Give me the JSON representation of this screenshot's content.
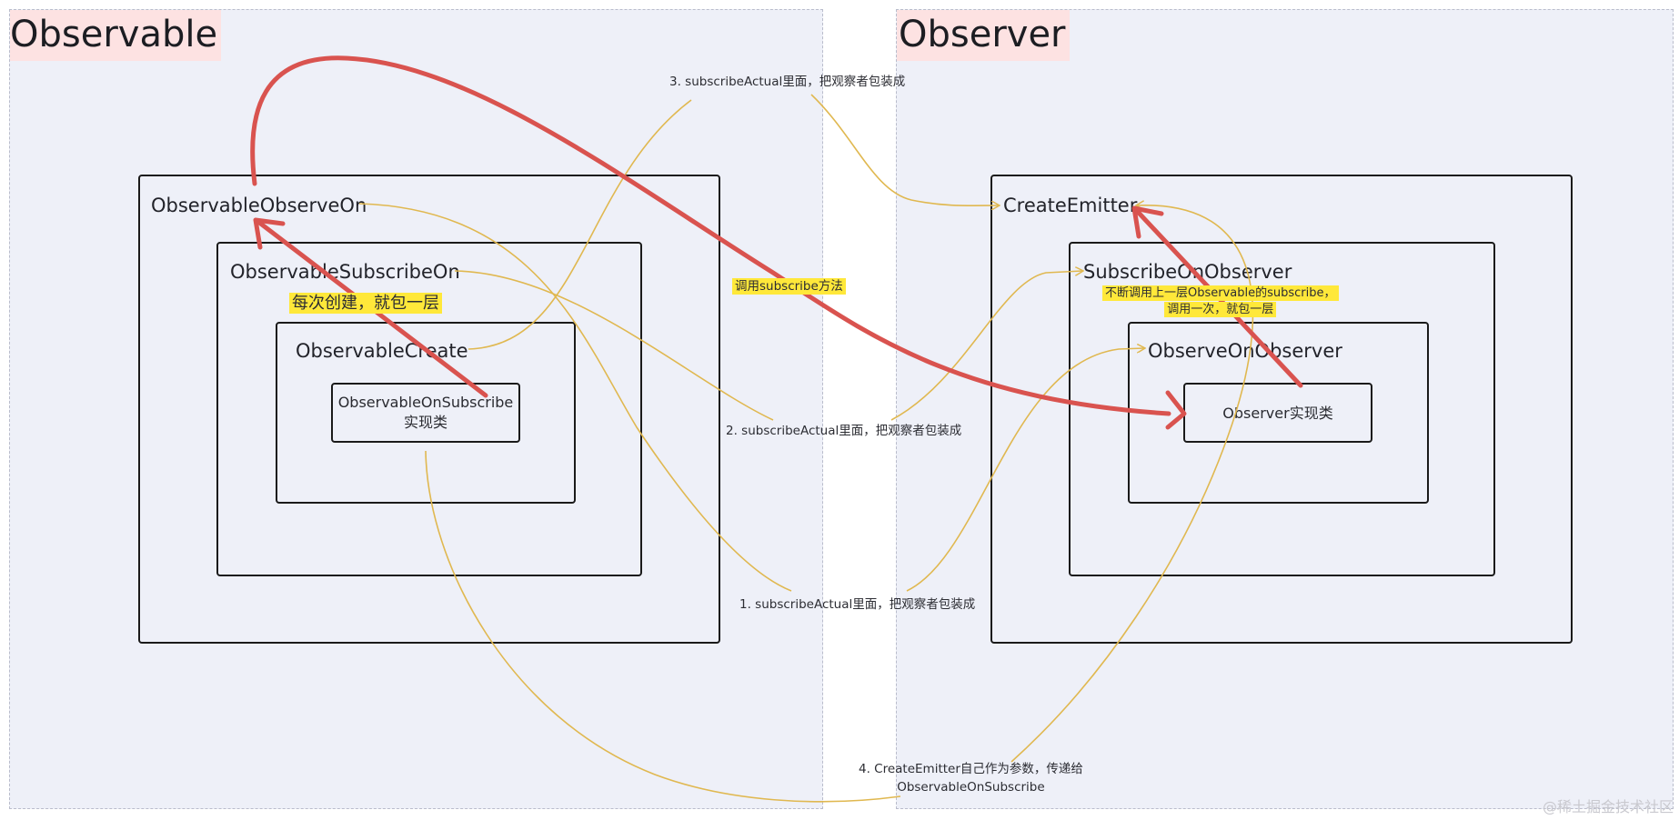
{
  "panels": {
    "observable_title": "Observable",
    "observer_title": "Observer"
  },
  "observable": {
    "observe_on": "ObservableObserveOn",
    "subscribe_on": "ObservableSubscribeOn",
    "create": "ObservableCreate",
    "on_subscribe_line1": "ObservableOnSubscribe",
    "on_subscribe_line2": "实现类",
    "wrap_note": "每次创建，就包一层"
  },
  "observer": {
    "create_emitter": "CreateEmitter",
    "subscribe_on_observer": "SubscribeOnObserver",
    "observe_on_observer": "ObserveOnObserver",
    "impl": "Observer实现类",
    "call_note_line1": "不断调用上一层Observable的subscribe，",
    "call_note_line2": "调用一次，就包一层"
  },
  "notes": {
    "step3": "3. subscribeActual里面，把观察者包装成",
    "call_subscribe": "调用subscribe方法",
    "step2": "2. subscribeActual里面，把观察者包装成",
    "step1": "1. subscribeActual里面，把观察者包装成",
    "step4_line1": "4. CreateEmitter自己作为参数，传递给",
    "step4_line2": "ObservableOnSubscribe"
  },
  "watermark": "@稀土掘金技术社区",
  "colors": {
    "red_arrow": "#d9534f",
    "yellow_curve": "#e0b850",
    "highlight": "#ffe83a",
    "panel_bg": "#eef0f8",
    "title_bg": "#fde2e2"
  }
}
